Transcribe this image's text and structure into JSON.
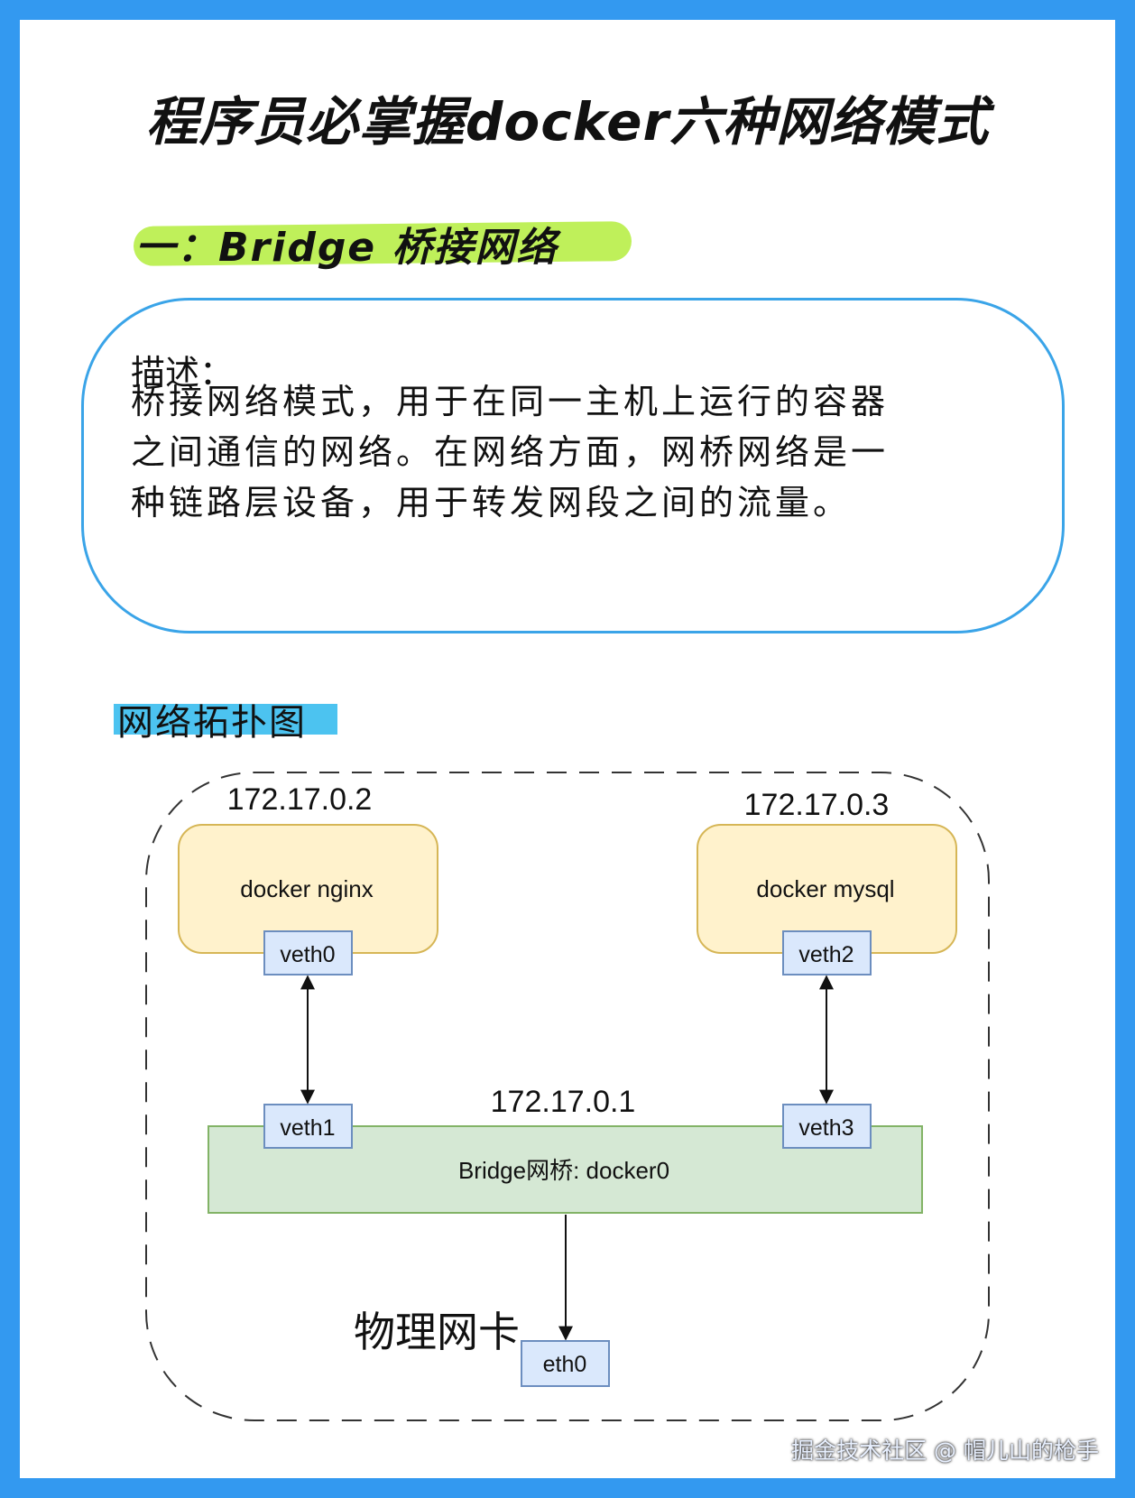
{
  "title": "程序员必掌握docker六种网络模式",
  "section": {
    "title": "一：Bridge 桥接网络"
  },
  "description": {
    "label": "描述：",
    "lines": [
      "桥接网络模式，用于在同一主机上运行的容器",
      "之间通信的网络。在网络方面，网桥网络是一",
      "种链路层设备，用于转发网段之间的流量。"
    ]
  },
  "topology": {
    "title": "网络拓扑图",
    "containers": [
      {
        "ip": "172.17.0.2",
        "name": "docker nginx",
        "veth": "veth0"
      },
      {
        "ip": "172.17.0.3",
        "name": "docker mysql",
        "veth": "veth2"
      }
    ],
    "bridge": {
      "ip": "172.17.0.1",
      "label": "Bridge网桥: docker0",
      "veths": [
        "veth1",
        "veth3"
      ]
    },
    "physical": {
      "label": "物理网卡",
      "iface": "eth0"
    }
  },
  "watermark": "掘金技术社区 @ 帽儿山的枪手",
  "colors": {
    "border_blue": "#3399f0",
    "highlight_green": "#bff05a",
    "highlight_blue": "#4cc3f0",
    "container_fill": "#fff2cc",
    "container_stroke": "#d6b656",
    "veth_fill": "#dae8fc",
    "veth_stroke": "#6c8ebf",
    "bridge_fill": "#d5e8d4",
    "bridge_stroke": "#82b366"
  }
}
